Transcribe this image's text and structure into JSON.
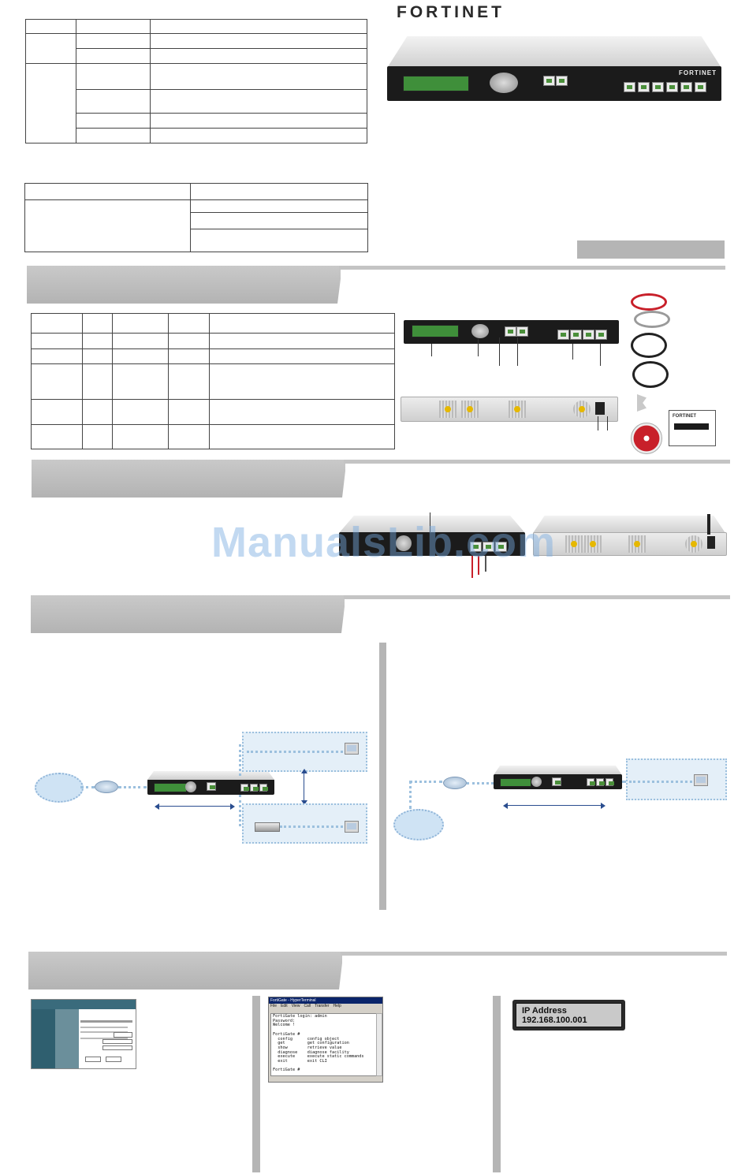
{
  "header": {
    "brand_logo": "FORTINET",
    "brand_logo_small": "FORTINET"
  },
  "colors": {
    "section_bar": "#bdbdbd",
    "lcd_green": "#3f8f3a",
    "network_zone": "#e4eff8",
    "arrow_blue": "#2a4d8f",
    "watermark": "#78aae1"
  },
  "watermark": "ManualsLib.com",
  "lcd_display": {
    "line1": "IP Address",
    "line2": "192.168.100.001"
  },
  "terminal": {
    "title": "FortiGate - HyperTerminal",
    "menu": [
      "File",
      "Edit",
      "View",
      "Call",
      "Transfer",
      "Help"
    ],
    "lines": [
      "FortiGate login: admin",
      "Password:",
      "Welcome !",
      "",
      "FortiGate #",
      "  config      config object",
      "  get         get configuration",
      "  show        retrieve value",
      "  diagnose    diagnose facility",
      "  execute     execute static commands",
      "  exit        exit CLI",
      "",
      "FortiGate #"
    ]
  },
  "icons": [
    "fortinet-logo-icon",
    "front-panel-device-icon",
    "rear-panel-device-icon",
    "ethernet-cable-icon",
    "console-cable-icon",
    "power-cable-icon",
    "mounting-bracket-icon",
    "documentation-cd-icon",
    "quickstart-guide-icon",
    "internet-cloud-icon",
    "router-icon",
    "computer-icon",
    "switch-icon"
  ]
}
